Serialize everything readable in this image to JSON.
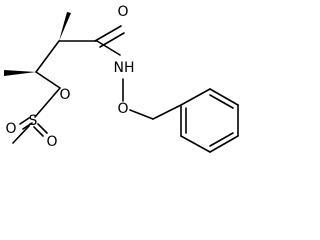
{
  "molecule": {
    "atoms": {
      "carbonyl_o": "O",
      "amide_n": "NH",
      "ether_o": "O",
      "ester_o": "O",
      "sulfur": "S",
      "sulfonyl_o_left": "O",
      "sulfonyl_o_right": "O"
    },
    "stereo_bonds": [
      "wedge",
      "wedge"
    ]
  }
}
